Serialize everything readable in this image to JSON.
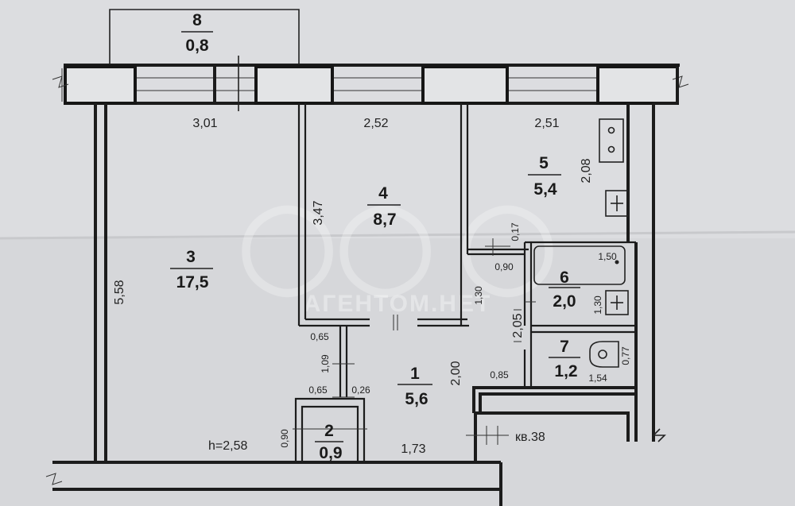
{
  "rooms": [
    {
      "id": "8",
      "area": "0,8"
    },
    {
      "id": "4",
      "area": "8,7"
    },
    {
      "id": "5",
      "area": "5,4"
    },
    {
      "id": "3",
      "area": "17,5"
    },
    {
      "id": "6",
      "area": "2,0"
    },
    {
      "id": "7",
      "area": "1,2"
    },
    {
      "id": "1",
      "area": "5,6"
    },
    {
      "id": "2",
      "area": "0,9"
    }
  ],
  "dimensions": {
    "d301": "3,01",
    "d252": "2,52",
    "d251": "2,51",
    "d208": "2,08",
    "d347": "3,47",
    "d558": "5,58",
    "d017": "0,17",
    "d090": "0,90",
    "d150": "1,50",
    "d130a": "1,30",
    "d130b": "1,30",
    "d205": "2,05",
    "d065a": "0,65",
    "d109": "1,09",
    "d065b": "0,65",
    "d026": "0,26",
    "d200": "2,00",
    "d085": "0,85",
    "d077": "0,77",
    "d154": "1,54",
    "d090b": "0,90",
    "d173": "1,73"
  },
  "labels": {
    "height": "h=2,58",
    "apartment": "кв.38"
  },
  "watermark": "АГЕНТОМ.НЕТ"
}
